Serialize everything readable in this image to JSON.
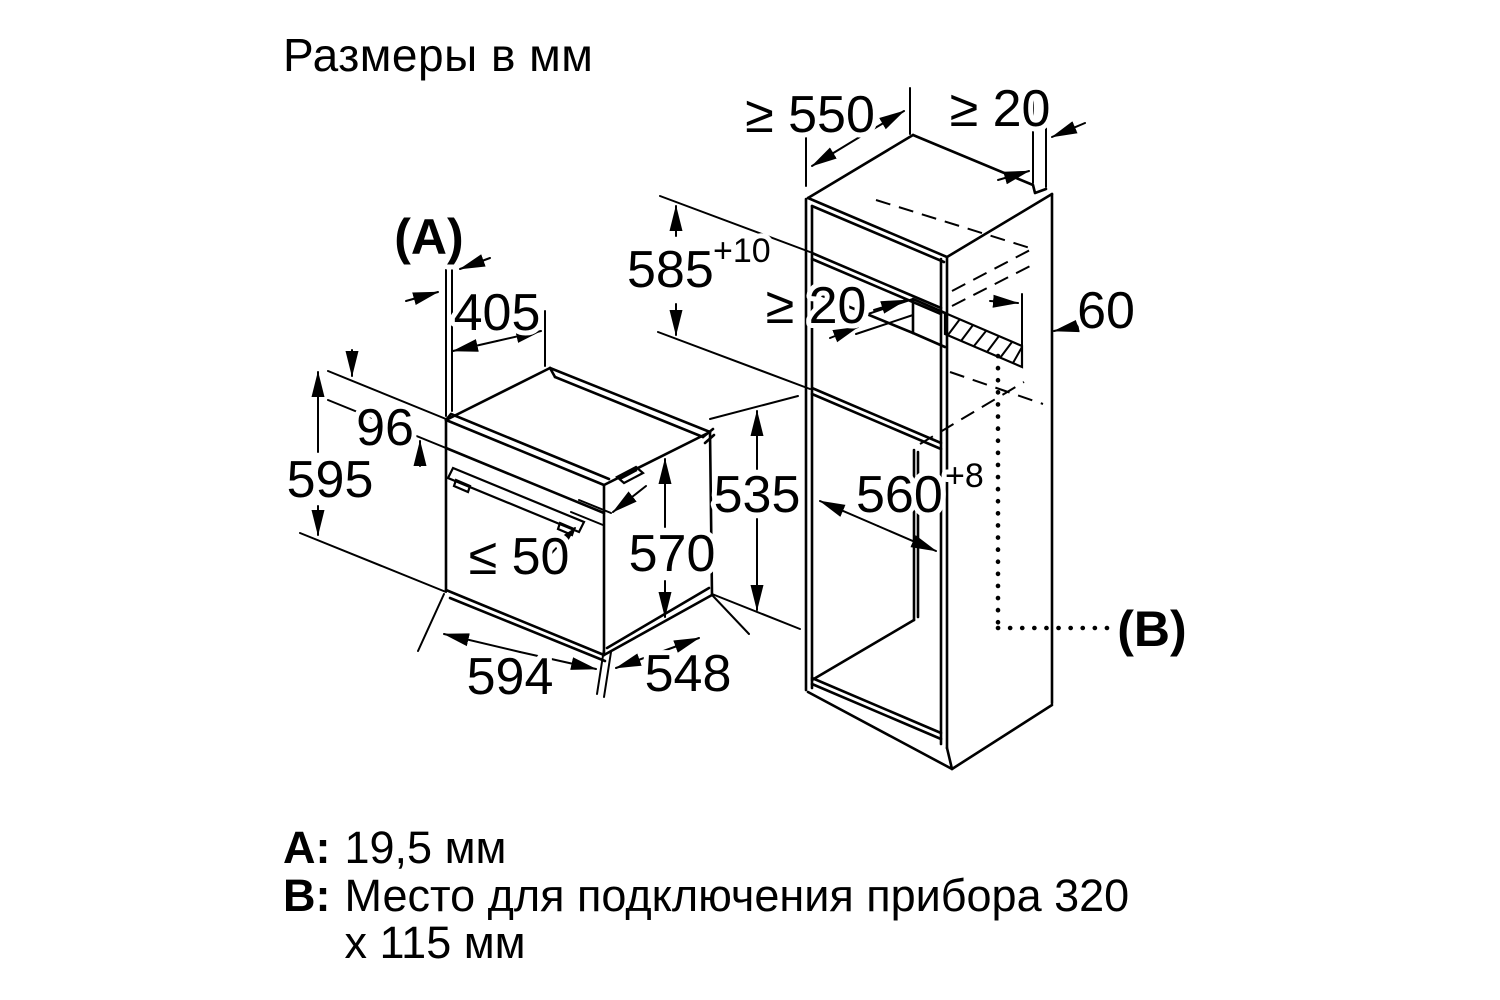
{
  "title": "Размеры в мм",
  "legend": {
    "a_label": "A:",
    "a_text": "19,5 мм",
    "b_label": "B:",
    "b_text_line1": "Место для подключения прибора 320",
    "b_text_line2": "x 115 мм"
  },
  "oven": {
    "dims": {
      "door_thickness_ref": "(A)",
      "top_depth": "405",
      "control_panel_height": "96",
      "front_height": "595",
      "handle_protrusion": "≤ 50",
      "body_height": "570",
      "side_height": "535",
      "front_width": "594",
      "body_depth": "548"
    }
  },
  "cabinet": {
    "dims": {
      "min_depth": "≥ 550",
      "rear_gap_top": "≥ 20",
      "niche_height": "585",
      "niche_height_tolerance": "+10",
      "rear_gap_middle": "≥ 20",
      "vent_offset": "60",
      "niche_width": "560",
      "niche_width_tolerance": "+8",
      "connection_ref": "(B)"
    }
  },
  "colors": {
    "line": "#000000",
    "background": "#ffffff"
  }
}
